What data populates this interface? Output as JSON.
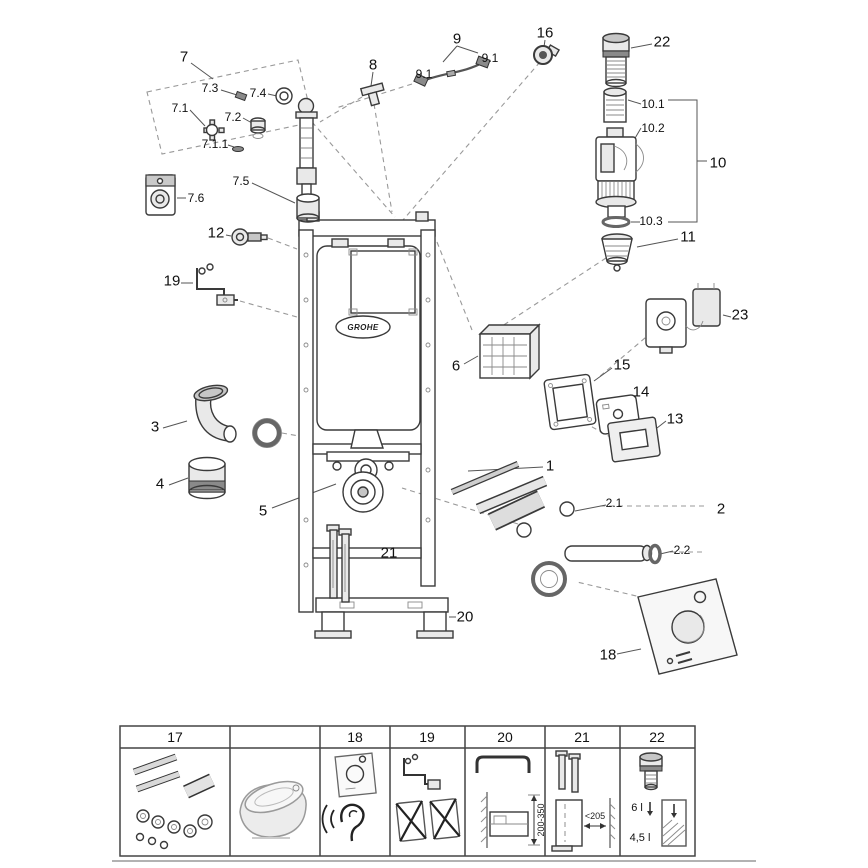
{
  "page": {
    "brand_logo": "GROHE"
  },
  "labels": {
    "l1": "1",
    "l2": "2",
    "l2_1": "2.1",
    "l2_2": "2.2",
    "l3": "3",
    "l4": "4",
    "l5": "5",
    "l6": "6",
    "l7": "7",
    "l7_1": "7.1",
    "l7_1_1": "7.1.1",
    "l7_2": "7.2",
    "l7_3": "7.3",
    "l7_4": "7.4",
    "l7_5": "7.5",
    "l7_6": "7.6",
    "l8": "8",
    "l9": "9",
    "l9_1": "9.1",
    "l10": "10",
    "l10_1": "10.1",
    "l10_2": "10.2",
    "l10_3": "10.3",
    "l11": "11",
    "l12": "12",
    "l13": "13",
    "l14": "14",
    "l15": "15",
    "l16": "16",
    "l18": "18",
    "l19": "19",
    "l20": "20",
    "l21": "21",
    "l22": "22",
    "l23": "23"
  },
  "table": {
    "headers": {
      "h17": "17",
      "h18": "18",
      "h19": "19",
      "h20": "20",
      "h21": "21",
      "h22": "22"
    },
    "cell20_dimension": "200-350",
    "cell21_dimension": "<205",
    "cell22_full_flush": "6 l",
    "cell22_eco_flush": "4,5 l"
  }
}
